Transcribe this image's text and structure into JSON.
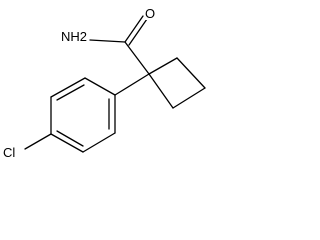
{
  "atoms": {
    "oxygen": "O",
    "amide_nitrogen": "NH2",
    "chlorine": "Cl"
  },
  "colors": {
    "ink": "#000000",
    "background": "#ffffff"
  }
}
